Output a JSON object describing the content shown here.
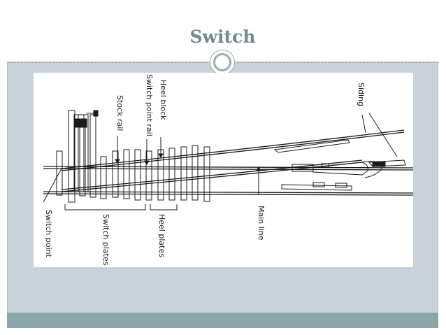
{
  "slide": {
    "title": "Switch"
  },
  "diagram": {
    "labels": {
      "heel_block": "Heel block",
      "switch_point_rail": "Switch point rail",
      "stock_rail": "Stock rail",
      "siding": "Siding",
      "main_line": "Main line",
      "switch_point": "Switch point",
      "switch_plates": "Switch plates",
      "heel_plates": "Heel plates"
    },
    "colors": {
      "ink": "#1a1a1a",
      "frame": "#c8d3d9",
      "title": "#6f8a91",
      "footer": "#8aa6a6"
    }
  }
}
